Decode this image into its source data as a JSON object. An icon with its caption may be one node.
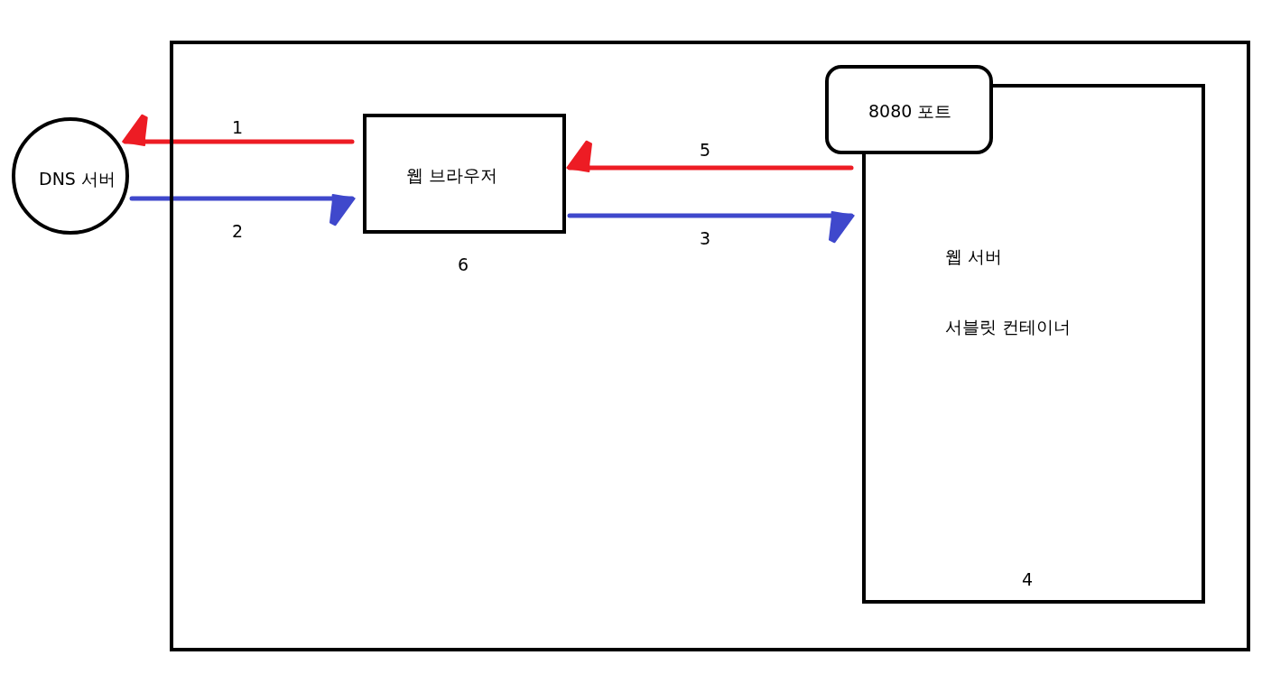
{
  "diagram": {
    "nodes": [
      {
        "text": [
          "DNS 서버"
        ]
      },
      {
        "text": [],
        "shape": "box"
      },
      {
        "text": [
          "웹 브라우저"
        ],
        "in": 1,
        "beside": [
          "6"
        ]
      },
      {
        "text": [
          "8080 포트"
        ],
        "in": 1
      },
      {
        "text": [
          "웹 서버",
          "서블릿 컨테이너",
          "4"
        ],
        "in": 1
      }
    ],
    "edges": [
      {
        "from": 2,
        "to": 0,
        "arrow": "to",
        "label": "1",
        "color": "#ed1c24"
      },
      {
        "from": 0,
        "to": 2,
        "arrow": "to",
        "label": "2",
        "color": "#3f48cc"
      },
      {
        "from": 2,
        "to": 4,
        "arrow": "to",
        "label": "3",
        "color": "#3f48cc"
      },
      {
        "from": 4,
        "to": 2,
        "arrow": "to",
        "label": "5",
        "color": "#ed1c24"
      }
    ]
  }
}
